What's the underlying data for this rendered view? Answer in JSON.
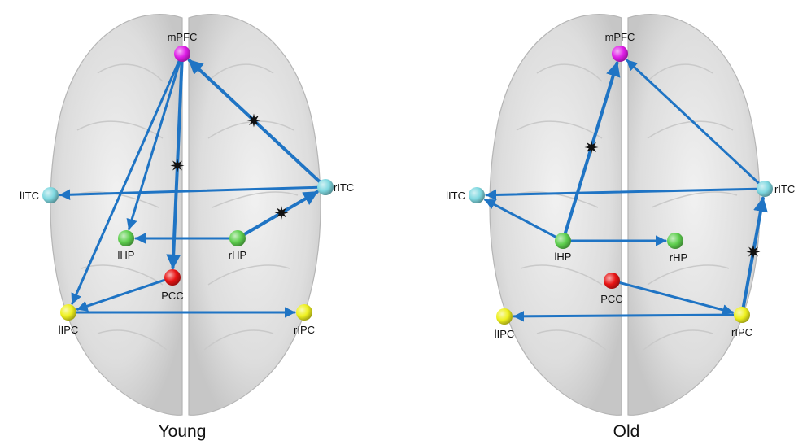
{
  "colors": {
    "edge": "#1f74c4",
    "mPFC": "#e01ee8",
    "ITC": "#7fd8e0",
    "HP": "#5ecf4e",
    "PCC": "#e81414",
    "IPC": "#eef01e",
    "brain": "#dcdcdc",
    "marker": "#111111"
  },
  "panels": [
    {
      "title": "Young",
      "nodes": [
        {
          "id": "mPFC",
          "label": "mPFC",
          "color_key": "mPFC"
        },
        {
          "id": "lITC",
          "label": "lITC",
          "color_key": "ITC"
        },
        {
          "id": "rITC",
          "label": "rITC",
          "color_key": "ITC"
        },
        {
          "id": "lHP",
          "label": "lHP",
          "color_key": "HP"
        },
        {
          "id": "rHP",
          "label": "rHP",
          "color_key": "HP"
        },
        {
          "id": "PCC",
          "label": "PCC",
          "color_key": "PCC"
        },
        {
          "id": "lIPC",
          "label": "lIPC",
          "color_key": "IPC"
        },
        {
          "id": "rIPC",
          "label": "rIPC",
          "color_key": "IPC"
        }
      ],
      "edges": [
        {
          "from": "rITC",
          "to": "mPFC",
          "significant": true
        },
        {
          "from": "mPFC",
          "to": "PCC",
          "significant": true
        },
        {
          "from": "rHP",
          "to": "rITC",
          "significant": true
        },
        {
          "from": "mPFC",
          "to": "lHP",
          "significant": false
        },
        {
          "from": "mPFC",
          "to": "lIPC",
          "significant": false
        },
        {
          "from": "rITC",
          "to": "lITC",
          "significant": false
        },
        {
          "from": "rHP",
          "to": "lHP",
          "significant": false
        },
        {
          "from": "PCC",
          "to": "lIPC",
          "significant": false
        },
        {
          "from": "lIPC",
          "to": "rIPC",
          "significant": false
        }
      ]
    },
    {
      "title": "Old",
      "nodes": [
        {
          "id": "mPFC",
          "label": "mPFC",
          "color_key": "mPFC"
        },
        {
          "id": "lITC",
          "label": "lITC",
          "color_key": "ITC"
        },
        {
          "id": "rITC",
          "label": "rITC",
          "color_key": "ITC"
        },
        {
          "id": "lHP",
          "label": "lHP",
          "color_key": "HP"
        },
        {
          "id": "rHP",
          "label": "rHP",
          "color_key": "HP"
        },
        {
          "id": "PCC",
          "label": "PCC",
          "color_key": "PCC"
        },
        {
          "id": "lIPC",
          "label": "lIPC",
          "color_key": "IPC"
        },
        {
          "id": "rIPC",
          "label": "rIPC",
          "color_key": "IPC"
        }
      ],
      "edges": [
        {
          "from": "lHP",
          "to": "mPFC",
          "significant": true
        },
        {
          "from": "rIPC",
          "to": "rITC",
          "significant": true
        },
        {
          "from": "rITC",
          "to": "mPFC",
          "significant": false
        },
        {
          "from": "rITC",
          "to": "lITC",
          "significant": false
        },
        {
          "from": "lHP",
          "to": "lITC",
          "significant": false
        },
        {
          "from": "lHP",
          "to": "rHP",
          "significant": false
        },
        {
          "from": "PCC",
          "to": "rIPC",
          "significant": false
        },
        {
          "from": "rIPC",
          "to": "lIPC",
          "significant": false
        }
      ]
    }
  ]
}
